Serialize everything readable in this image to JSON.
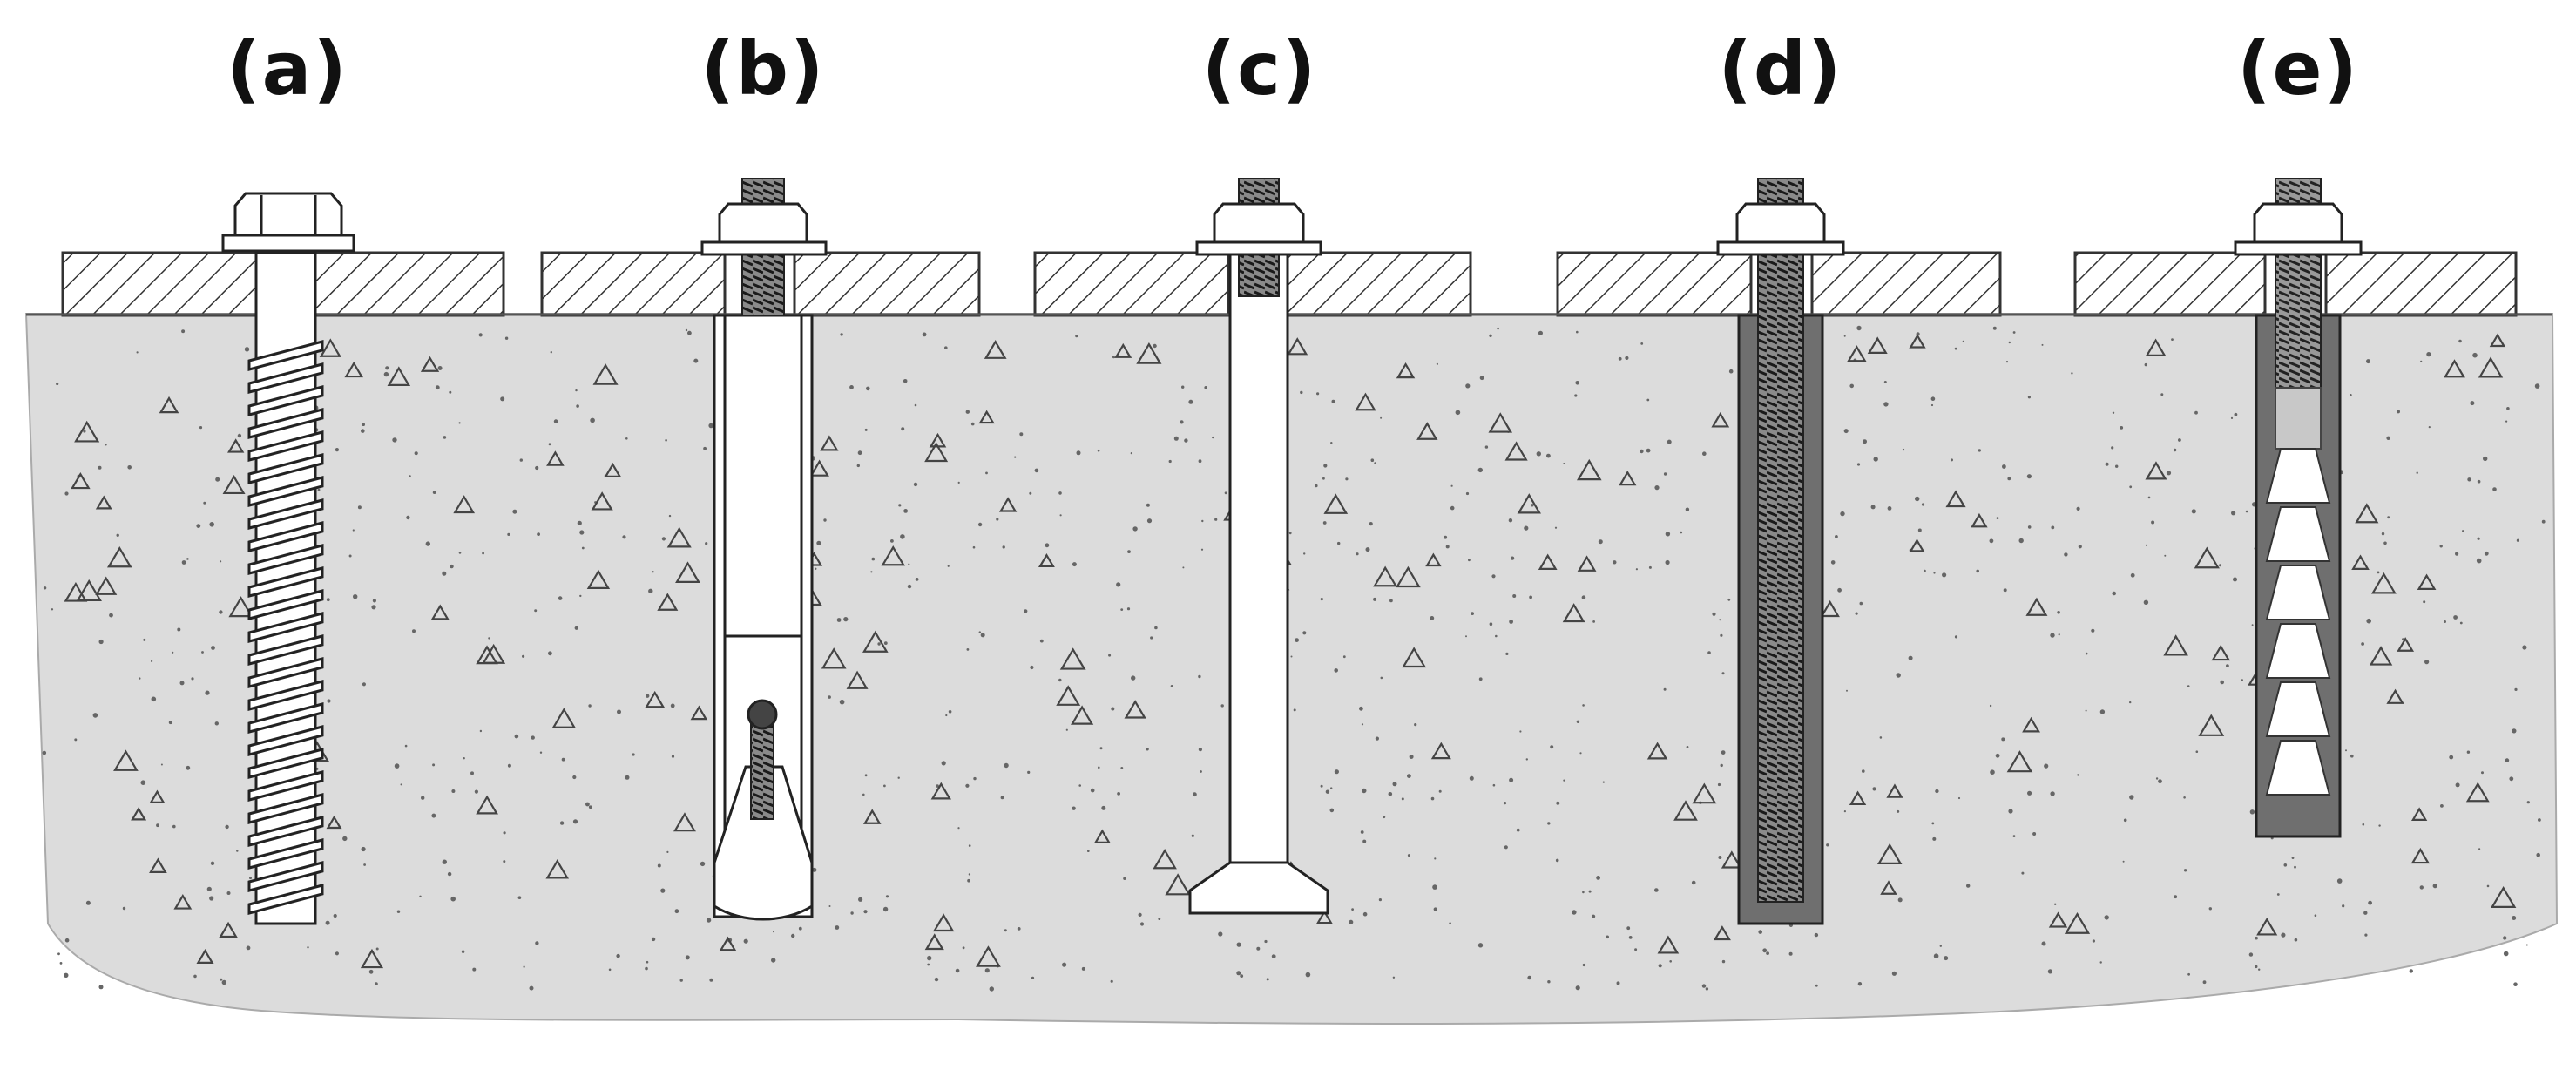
{
  "panels": [
    {
      "id": "a",
      "label": "(a)"
    },
    {
      "id": "b",
      "label": "(b)"
    },
    {
      "id": "c",
      "label": "(c)"
    },
    {
      "id": "d",
      "label": "(d)"
    },
    {
      "id": "e",
      "label": "(e)"
    }
  ],
  "colors": {
    "concrete": "#dcdcdc",
    "plate_hatch": "#333333",
    "steel": "#ffffff",
    "resin": "#6f6f6f",
    "outline": "#222222"
  }
}
